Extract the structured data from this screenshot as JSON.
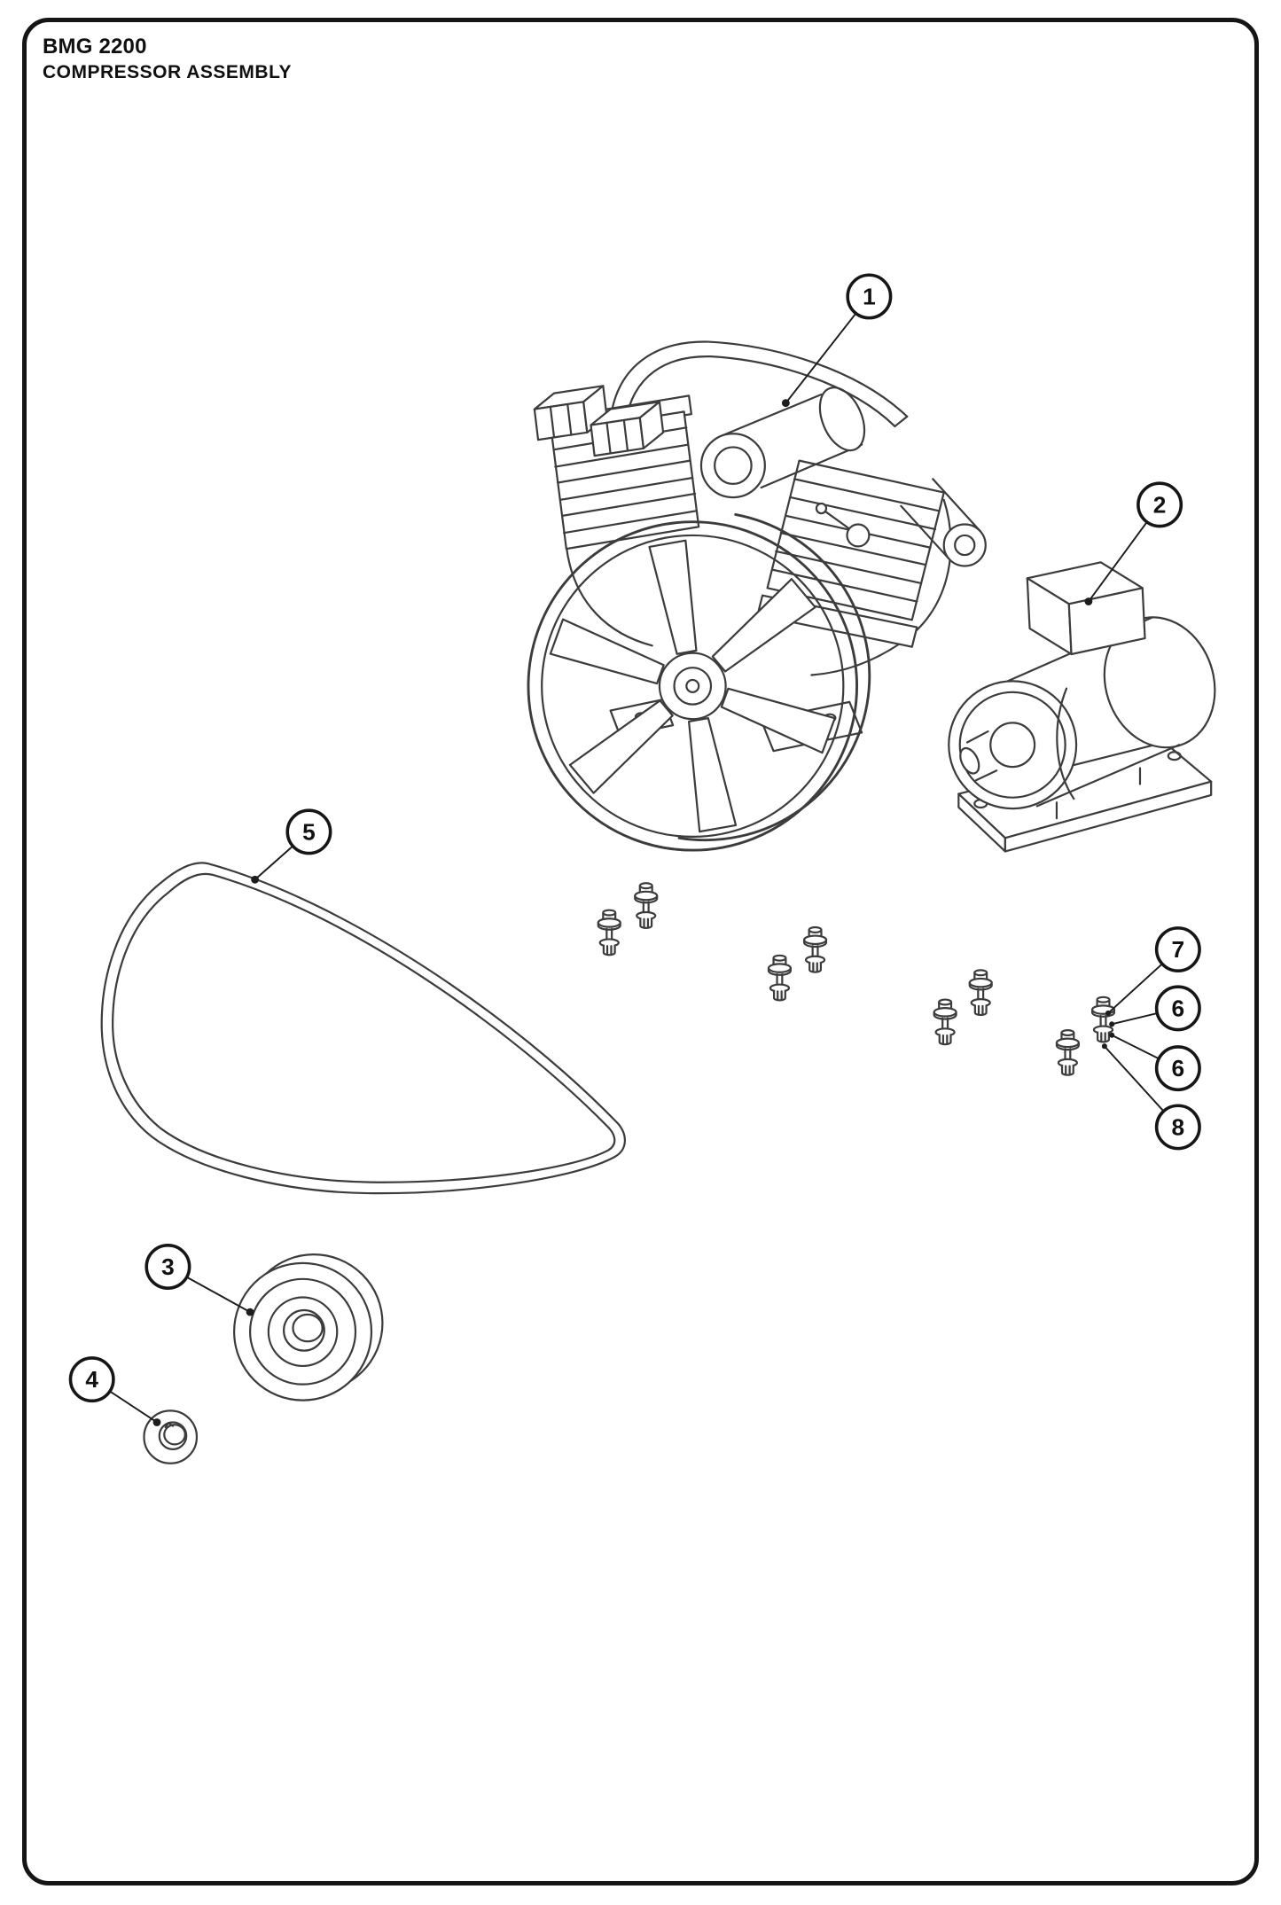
{
  "title": {
    "line1": "BMG 2200",
    "line2": "COMPRESSOR ASSEMBLY"
  },
  "callouts": [
    {
      "label": "1"
    },
    {
      "label": "2"
    },
    {
      "label": "3"
    },
    {
      "label": "4"
    },
    {
      "label": "5"
    },
    {
      "label": "6"
    },
    {
      "label": "6"
    },
    {
      "label": "7"
    },
    {
      "label": "8"
    }
  ],
  "colors": {
    "line": "#3c3c3c",
    "callout_stroke": "#161616",
    "frame_border": "#151515",
    "background": "#ffffff"
  }
}
